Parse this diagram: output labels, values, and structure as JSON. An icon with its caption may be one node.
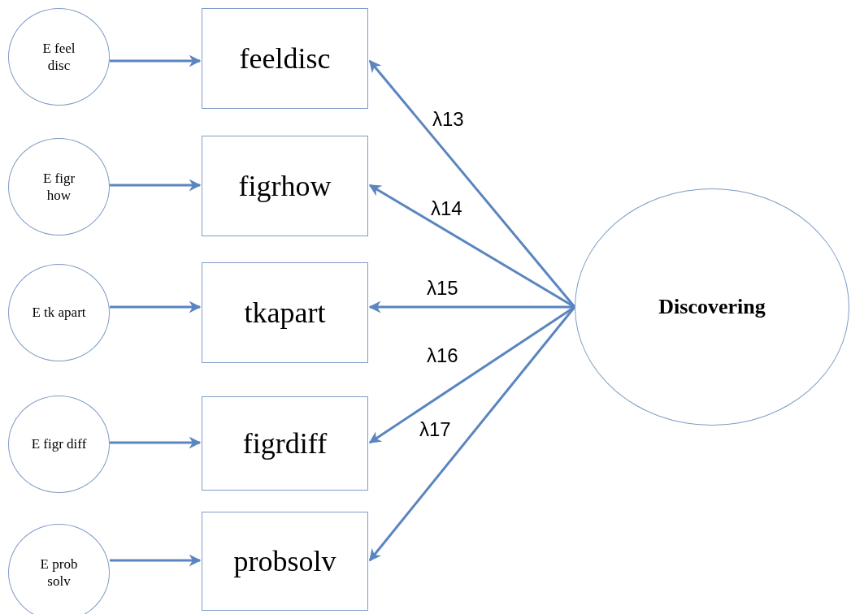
{
  "diagram": {
    "nodes": [
      {
        "text": [
          "E feel disc"
        ]
      },
      {
        "text": [
          "feeldisc"
        ]
      },
      {
        "text": [
          "E figr how"
        ]
      },
      {
        "text": [
          "figrhow"
        ]
      },
      {
        "text": [
          "E tk apart"
        ]
      },
      {
        "text": [
          "tkapart"
        ]
      },
      {
        "text": [
          "E figr diff"
        ]
      },
      {
        "text": [
          "figrdiff"
        ]
      },
      {
        "text": [
          "E prob solv"
        ]
      },
      {
        "text": [
          "probsolv"
        ]
      },
      {
        "text": [
          "Discovering"
        ]
      }
    ],
    "edges": [
      {
        "from": 0,
        "to": 1,
        "arrow": "to"
      },
      {
        "from": 2,
        "to": 3,
        "arrow": "to"
      },
      {
        "from": 4,
        "to": 5,
        "arrow": "to"
      },
      {
        "from": 6,
        "to": 7,
        "arrow": "to"
      },
      {
        "from": 8,
        "to": 9,
        "arrow": "to"
      },
      {
        "from": 10,
        "to": 1,
        "arrow": "to",
        "label": "λ13"
      },
      {
        "from": 10,
        "to": 3,
        "arrow": "to",
        "label": "λ14"
      },
      {
        "from": 10,
        "to": 5,
        "arrow": "to",
        "label": "λ15"
      },
      {
        "from": 10,
        "to": 7,
        "arrow": "to",
        "label": "λ16"
      },
      {
        "from": 10,
        "to": 9,
        "arrow": "to",
        "label": "λ17"
      }
    ]
  }
}
